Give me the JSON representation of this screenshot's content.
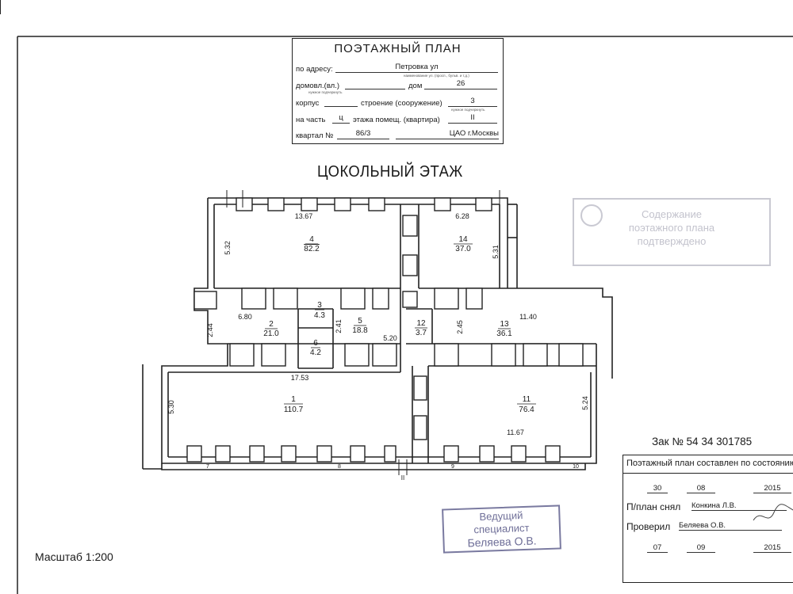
{
  "header": {
    "title": "ПОЭТАЖНЫЙ ПЛАН",
    "address_label": "по адресу:",
    "address_value": "Петровка ул",
    "address_hint": "наименование ул. (просп., бульв. и т.д.)",
    "house_label": "домовл.(вл.)",
    "house_hint": "нужное подчеркнуть",
    "dom_label": "дом",
    "dom_value": "26",
    "korpus_label": "корпус",
    "stroenie_label": "строение (сооружение)",
    "stroenie_value": "3",
    "stroenie_hint": "нужное подчеркнуть",
    "part_label": "на часть",
    "part_value": "ц",
    "floor_label": "этажа помещ. (квартира)",
    "floor_value": "II",
    "kvartal_label": "квартал №",
    "kvartal_value": "86/3",
    "district_value": "ЦАО г.Москвы"
  },
  "floor_title": "ЦОКОЛЬНЫЙ ЭТАЖ",
  "rooms": [
    {
      "num": "4",
      "area": "82.2"
    },
    {
      "num": "14",
      "area": "37.0"
    },
    {
      "num": "3",
      "area": "4.3"
    },
    {
      "num": "2",
      "area": "21.0"
    },
    {
      "num": "5",
      "area": "18.8"
    },
    {
      "num": "12",
      "area": "3.7"
    },
    {
      "num": "13",
      "area": "36.1"
    },
    {
      "num": "6",
      "area": "4.2"
    },
    {
      "num": "1",
      "area": "110.7"
    },
    {
      "num": "11",
      "area": "76.4"
    }
  ],
  "dimensions": [
    "13.67",
    "6.28",
    "5.32",
    "5.31",
    "6.80",
    "2.44",
    "2.41",
    "5.20",
    "2.45",
    "11.40",
    "17.53",
    "5.30",
    "5.24",
    "11.67"
  ],
  "window_labels": [
    "7",
    "8",
    "9",
    "10"
  ],
  "axis_mark": "II",
  "stamp_faded": [
    "Содержание",
    "поэтажного плана",
    "подтверждено"
  ],
  "order": "Зак № 54 34 301785",
  "info": {
    "composed": "Поэтажный план составлен по состоянию",
    "date1_day": "30",
    "date1_month": "08",
    "date1_year": "2015",
    "taken_label": "П/план снял",
    "taken_name": "Конкина Л.В.",
    "checked_label": "Проверил",
    "checked_name": "Беляева О.В.",
    "date2_day": "07",
    "date2_month": "09",
    "date2_year": "2015"
  },
  "stamp": {
    "line1": "Ведущий",
    "line2": "специалист",
    "line3": "Беляева О.В."
  },
  "scale": "Масштаб 1:200"
}
